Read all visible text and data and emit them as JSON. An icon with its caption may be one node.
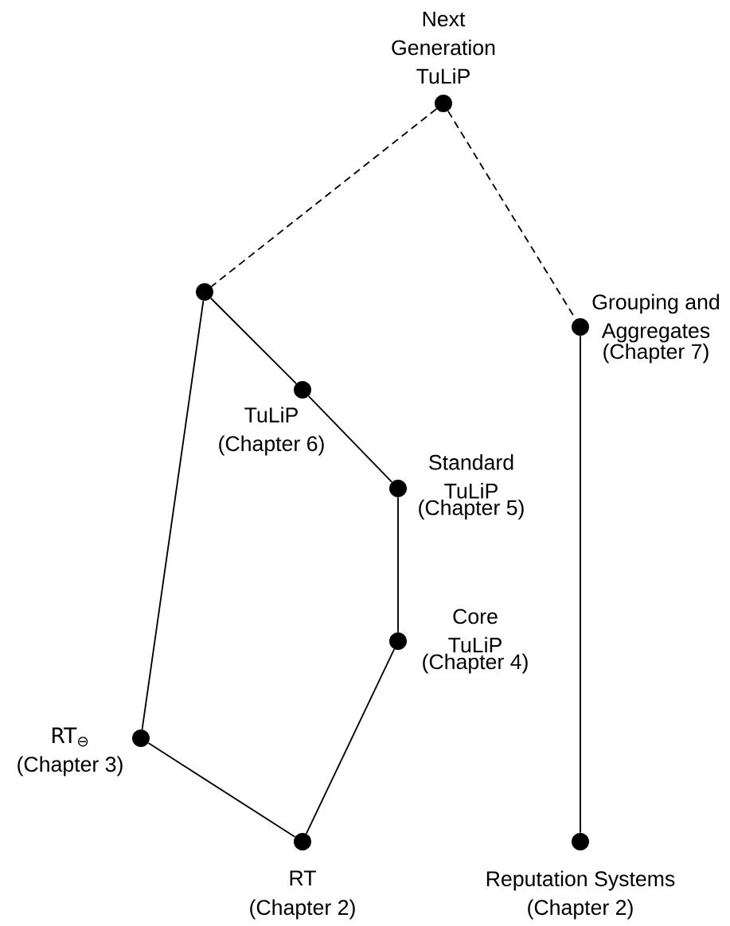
{
  "diagram": {
    "nodes": [
      {
        "text": [
          "Next Generation TuLiP"
        ]
      },
      {
        "text": [],
        "shape": "circle"
      },
      {
        "text": [
          "Grouping and Aggregates",
          "(Chapter 7)"
        ]
      },
      {
        "text": [
          "TuLiP",
          "(Chapter 6)"
        ]
      },
      {
        "text": [
          "Standard TuLiP",
          "(Chapter 5)"
        ]
      },
      {
        "text": [
          "Core TuLiP",
          "(Chapter 4)"
        ]
      },
      {
        "text": [
          "RT$_{⊖}$",
          "(Chapter 3)"
        ]
      },
      {
        "text": [
          "RT",
          "(Chapter 2)"
        ]
      },
      {
        "text": [
          "Reputation Systems",
          "(Chapter 2)"
        ]
      }
    ],
    "edges": [
      {
        "from": 0,
        "to": 1,
        "arrow": "none",
        "style": "dashed"
      },
      {
        "from": 0,
        "to": 2,
        "arrow": "none",
        "style": "dashed"
      },
      {
        "from": 1,
        "to": 3,
        "arrow": "none"
      },
      {
        "from": 3,
        "to": 4,
        "arrow": "none"
      },
      {
        "from": 4,
        "to": 5,
        "arrow": "none"
      },
      {
        "from": 5,
        "to": 7,
        "arrow": "none"
      },
      {
        "from": 1,
        "to": 6,
        "arrow": "none"
      },
      {
        "from": 6,
        "to": 7,
        "arrow": "none"
      },
      {
        "from": 2,
        "to": 8,
        "arrow": "none"
      }
    ]
  }
}
